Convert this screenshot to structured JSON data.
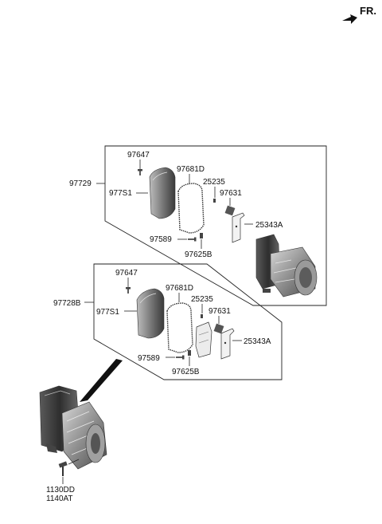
{
  "direction_marker": {
    "text": "FR.",
    "icon": "arrow-forward-icon"
  },
  "upper_assembly": {
    "group_number": "97729",
    "parts": {
      "screw_top": "97647",
      "cover": "977S1",
      "gasket": "97681D",
      "pin": "25235",
      "seal": "97631",
      "bracket": "25343A",
      "bolt": "97589",
      "clip": "97625B"
    }
  },
  "lower_assembly": {
    "group_number": "97728B",
    "parts": {
      "screw_top": "97647",
      "cover": "977S1",
      "gasket": "97681D",
      "pin": "25235",
      "seal": "97631",
      "bracket": "25343A",
      "bolt": "97589",
      "clip": "97625B"
    }
  },
  "compressor_mount": {
    "bolt_codes": [
      "1130DD",
      "1140AT"
    ]
  }
}
